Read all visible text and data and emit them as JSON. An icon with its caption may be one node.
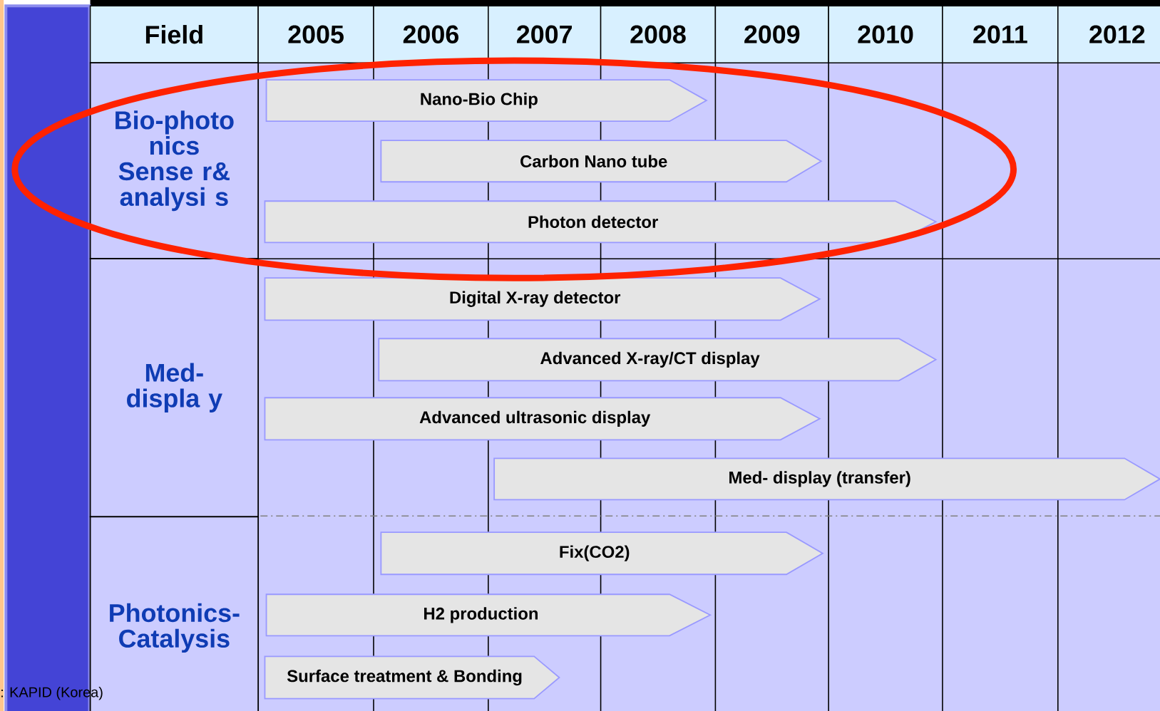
{
  "diagram": {
    "nodes": [
      {
        "text": [
          "Bio-photo nics Sense r& analysi s"
        ]
      },
      {
        "text": [
          "Med-displa y"
        ]
      },
      {
        "text": [
          "Photonics- Catalysis"
        ]
      },
      {
        "text": [
          "Nano-Bio Chip"
        ]
      },
      {
        "text": [
          "Carbon Nano tube"
        ]
      },
      {
        "text": [
          "Photon detector"
        ]
      },
      {
        "text": [
          "Digital X-ray detector"
        ]
      },
      {
        "text": [
          "Advanced X-ray/CT display"
        ]
      },
      {
        "text": [
          "Advanced ultrasonic display"
        ]
      },
      {
        "text": [
          "Med- display (transfer)"
        ]
      },
      {
        "text": [
          "Fix(CO2)"
        ]
      },
      {
        "text": [
          "H2 production"
        ]
      },
      {
        "text": [
          "Surface treatment & Bonding"
        ]
      }
    ],
    "labels": [
      "Field",
      "2005",
      "2006",
      "2007",
      "2008",
      "2009",
      "2010",
      "2011",
      "2012",
      ": KAPID (Korea)"
    ]
  }
}
